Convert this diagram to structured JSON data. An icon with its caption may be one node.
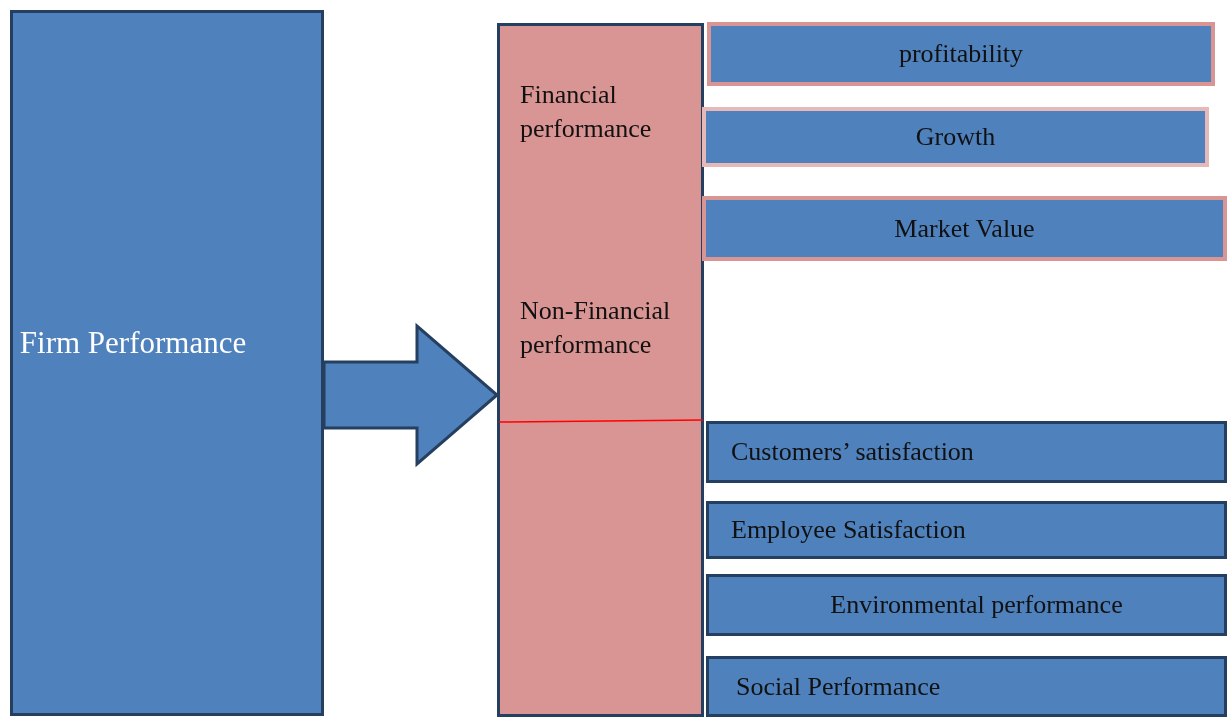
{
  "diagram": {
    "nodes": [
      {
        "text": [
          "Firm Performance"
        ]
      },
      {
        "text": [
          "Financial performance",
          "Non-Financial performance"
        ]
      },
      {
        "text": [
          "profitability"
        ]
      },
      {
        "text": [
          "Growth"
        ]
      },
      {
        "text": [
          "Market Value"
        ]
      },
      {
        "text": [
          "Customers’ satisfaction"
        ]
      },
      {
        "text": [
          "Employee Satisfaction"
        ]
      },
      {
        "text": [
          "Environmental performance"
        ]
      },
      {
        "text": [
          "Social Performance"
        ]
      }
    ],
    "edges": [
      {
        "from": 0,
        "to": 1,
        "arrow": "to",
        "style": "thick"
      }
    ]
  }
}
